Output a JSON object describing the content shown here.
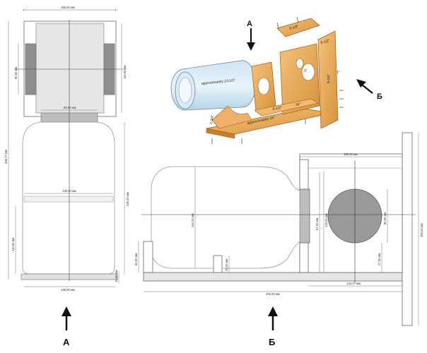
{
  "views": {
    "front_label": "А",
    "side_label": "Б",
    "iso_arrow_label_a": "А",
    "iso_arrow_label_b": "Б"
  },
  "front_view_dims": {
    "top_width": "155,00 мм",
    "neck_width": "90,00 мм",
    "board_height": "90,00 мм",
    "box_height": "118,00 мм",
    "total_height": "398,77 мм",
    "jar_width": "130,00 мм",
    "jar_height": "236,00 мм",
    "lower_height": "110,00 мм",
    "bottom_width": "135,00 мм",
    "right_side_height": "19,00 мм"
  },
  "side_view_dims": {
    "base_length": "400,00 мм",
    "box_depth": "186,00 мм",
    "jar_height": "164,00 мм",
    "neck_height": "97,00 мм",
    "inner_height": "120,00 мм",
    "hole_diameter": "80,00 мм",
    "hole_offset": "47,00 мм",
    "support_height": "25,00 мм",
    "side_height": "60,00 мм",
    "board_offset": "143,27 мм",
    "back_height": "300,00 мм"
  },
  "iso_labels": {
    "approx_jar": "approximately 13-1/2\"",
    "dim_5_1_2a": "5-1/2\"",
    "dim_5_1_2b": "5-1/2\"",
    "dim_6_1_2": "6-1/2\"",
    "dim_3": "3\"",
    "dim_9_1_4": "9-1/4\"",
    "dim_1": "1\"",
    "dim_16": "16\"",
    "dim_2_3_4": "2-3/4\"",
    "approx_16": "approximately 16\""
  }
}
